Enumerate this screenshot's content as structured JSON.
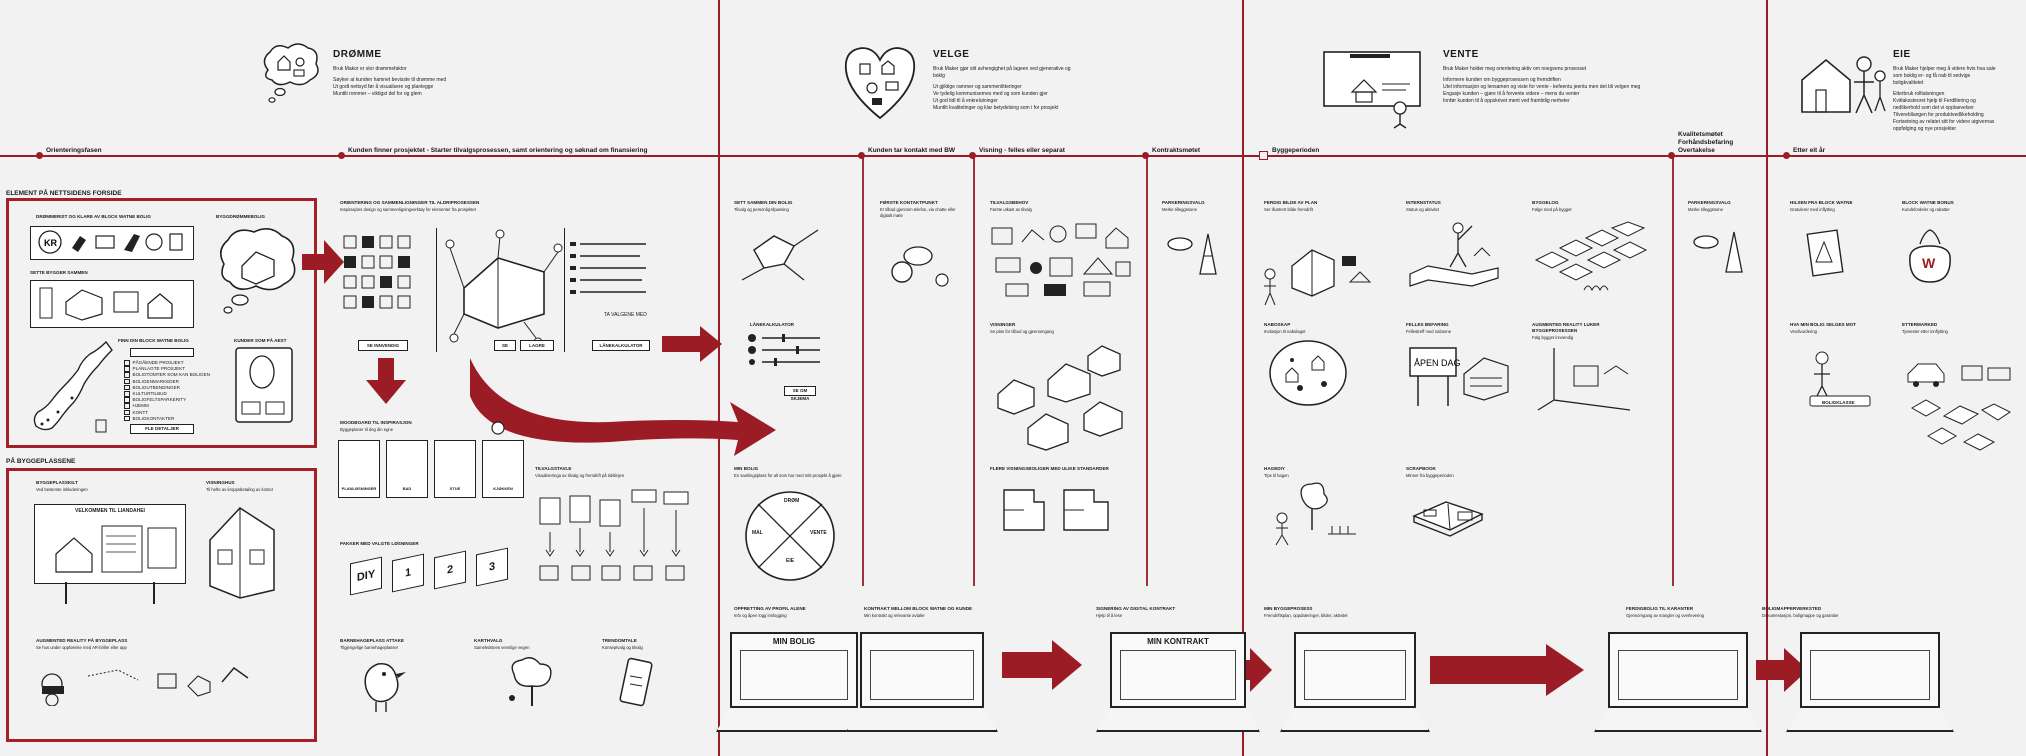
{
  "phases": [
    {
      "key": "dromme",
      "title": "DRØMME",
      "lines": [
        "Bruk Makor er stor drømmefaktor",
        "",
        "Søyker at kunden hamnet bevisste til drømme med",
        "Ut godt nettsyd før å visualisere og planlegge",
        "Muntlit rommer – viktigst del for og glem"
      ]
    },
    {
      "key": "velge",
      "title": "VELGE",
      "lines": [
        "Bruk Maker gjør sitt avhengighet på lageen ved gjenerative og",
        "boklg",
        "",
        "Ut gjiktige rammer og sammenlitteringer",
        "Ve tydelig kommunisernes med og som kunden gjer",
        "Ut god tidl til å enkrelutninger",
        "Muntlit kvalitetinger og klar betydelsing som i for prosjekt"
      ]
    },
    {
      "key": "vente",
      "title": "VENTE",
      "lines": [
        "Bruk Maker holder meg orientering aktiv om noegvens prosesset",
        "",
        "Informere kunden om byggeprosessen og fremdriften",
        "Utel informasjon og lensamen og viste for vente - kefeentu jeentu men det bli velgen meg",
        "Engasje kunden – gjøre til å forvente videre – mens du venter",
        "Innfør kunden til å oppskrivet ment ved framtidig nerheter"
      ]
    },
    {
      "key": "eie",
      "title": "EIE",
      "lines": [
        "Bruk Maker hjelper meg å videre hvis hva sale",
        "som boklig er- og få nab til sedvige",
        "boligkvalitetet",
        "",
        "Etterbruk rolltatsningen",
        "Kvitlakssteoret hjelp til Ferdiltering og",
        "nedlikerhold som det vi opplaevelser",
        "Tilverebllangen for produktvedlikeholding",
        "Fortsetning av relatet sitt for videre utgivernas",
        "oppfølging og nye prosjekter"
      ]
    }
  ],
  "timeline": [
    {
      "label": "Orienteringsfasen"
    },
    {
      "label": "Kunden finner prosjektet - Starter tilvalgsprosessen, samt orientering og søknad om finansiering"
    },
    {
      "label": "Kunden tar kontakt med BW"
    },
    {
      "label": "Visning - felles eller separat"
    },
    {
      "label": "Kontraktsmøtet"
    },
    {
      "label": "Byggeperioden"
    },
    {
      "label": "Kvalitetsmøtet Forhåndsbefaring Overtakelse"
    },
    {
      "label": "Etter eit år"
    }
  ],
  "sections": {
    "website": "ELEMENT PÅ NETTSIDENS FORSIDE",
    "site": "PÅ BYGGEPLASSENE"
  },
  "website_boxes": [
    {
      "title": "DRØMMERIST OG KLARE AV BLOCK WATNE BOLIG",
      "desc": ""
    },
    {
      "title": "BYGGDRØMMEBOLIG",
      "desc": ""
    },
    {
      "title": "SETTE BYGGER SAMMEN",
      "desc": ""
    },
    {
      "title": "FINN DIN BLOCK WATNE BOLIG",
      "desc": ""
    },
    {
      "title": "KUNDER SOM PÅ AEST",
      "desc": ""
    }
  ],
  "map_legend": [
    "PÅGÅENDE PROSJEKT",
    "PLANLAGTE PROSJEKT",
    "BOLIGTOMTER SOM KAN BOLIGEN",
    "BOLIGENMARKEDER",
    "BOLIGUTBENDINGER",
    "KULTURTILBUD",
    "BOLIGFELTSPARKERITY",
    "HJEMM",
    "KONTT",
    "BOLIGKONTAKTER"
  ],
  "map_button": "FLE DETALJER",
  "site_boxes": [
    {
      "title": "BYGGEPLASSKILT",
      "desc": "Ved bestemte inkluderingen"
    },
    {
      "title": "VISNINGHUS",
      "desc": "Til hefte av kroppsbetaling av kontor"
    },
    {
      "title": "AUGMENTED REALITY PÅ BYGGEPLASS",
      "desc": "Se hus under oppførelse med AR-briller eller app"
    }
  ],
  "signboard_title": "VELKOMMEN TIL LIANDAHEI",
  "tilvalg": {
    "title": "ORIENTERING OG SAMMENLIGNINGER TIL ALDRIPROSESSEN",
    "desc": "Inspirasjons design og sammenligningverktøy for elementer fra prosjektet",
    "buttons": [
      "SE INNVENDIG",
      "SE",
      "LAGRE",
      "LÅNEKALKULATOR"
    ],
    "list_tag": "TA VALGENE MED"
  },
  "mid_boxes": [
    {
      "title": "MOODBOARD TIL INSPIRASJON",
      "desc": "Byggeplaner til deg din egne"
    },
    {
      "title": "PAKKER MED VALGTE LØSNINGER",
      "desc": ""
    },
    {
      "title": "TILVALGSTAVLE",
      "desc": "Visualiseringa av tilvalg og fremdrift på tidslinjen"
    },
    {
      "title": "BARNEHAGEPLASS ATTAKE",
      "desc": "Tilgjengelige barnehageplasser"
    },
    {
      "title": "KARTHVALG",
      "desc": "Sameksistens vennlige vegen"
    },
    {
      "title": "TRENDOMTALE",
      "desc": "Konseptvalg og tilvalg"
    }
  ],
  "moodboard_labels": [
    "PLANLØSNINGER",
    "BAD",
    "STUE",
    "KJØKKEN"
  ],
  "package_labels": [
    "DIY",
    "1",
    "2",
    "3"
  ],
  "velge_boxes": [
    {
      "title": "SETT SAMMEN DIN BOLIG",
      "desc": "Tilvalg og personlig-tilpassing"
    },
    {
      "title": "FØRSTE KONTAKTPUNKT",
      "desc": "Er tilbud gjennom telefon, via chatte eller digitalt møte"
    },
    {
      "title": "LÅNEKALKULATOR",
      "desc": ""
    },
    {
      "title": "MIN BOLIG",
      "desc": "En samlingsplass for all som har med mitt prosjekt å gjøre"
    },
    {
      "title": "TILVALGSBEHOV",
      "desc": "Første utkast av tilvalg"
    },
    {
      "title": "VISNINGER",
      "desc": "Se plan for tilbud og gjennomgang"
    },
    {
      "title": "FLERE VISNINGSBOLIGER MED ULIKE STANDARDER",
      "desc": ""
    },
    {
      "title": "PARKERINGSVALG",
      "desc": "Merke tilleggssone"
    }
  ],
  "pie_labels": [
    "DRØM",
    "MAL",
    "VENTE",
    "EIE"
  ],
  "loan_button": "SE OM SKJEMA",
  "laptops": [
    {
      "title": "MIN BOLIG",
      "box_title": "OPPRETTING AV PROFIL ALENE",
      "desc": "Info og åpen logg innlogging"
    },
    {
      "title": "",
      "box_title": "KONTRAKT MELLOM BLOCK WATNE OG KUNDE",
      "desc": "Min kontrakt og relevante avtaler"
    },
    {
      "title": "MIN KONTRAKT",
      "box_title": "SIGNERING AV DIGITAL KONTRAKT",
      "desc": "Hjelp til å lese"
    },
    {
      "title": "",
      "box_title": "MIN BYGGEPROSESS",
      "desc": "Fremdriftsplan, oppdateringer, bilder, aktivitet"
    },
    {
      "title": "",
      "box_title": "FERDIGBOLIG TIL KARANTER",
      "desc": "Gjennomgang av mangler og overlevering"
    },
    {
      "title": "",
      "box_title": "BOLIGMAPPERVERKSTED",
      "desc": "Dokumentasjon, boligmappe og garantier"
    }
  ],
  "vente_boxes": [
    {
      "title": "FERDIG BILDE AV PLAN",
      "desc": "Ser illustrert bilde fremdrift"
    },
    {
      "title": "INTERNSTATUS",
      "desc": "Status og aktivitet"
    },
    {
      "title": "BYGGELOG",
      "desc": "Følge med på bygget"
    },
    {
      "title": "NABOSKAP",
      "desc": "Invitasjon til nabolaget"
    },
    {
      "title": "FELLES BEFARING",
      "desc": "Fellestreff med naboene"
    },
    {
      "title": "AUGMENTED REALITY LUKER BYGGEPROSESSEN",
      "desc": "Følg bygget innvendig"
    },
    {
      "title": "HAGEDIY",
      "desc": "Tips til hagen"
    },
    {
      "title": "SCRAPBOOK",
      "desc": "Minner fra byggeperioden"
    }
  ],
  "sign_text": "ÅPEN DAG",
  "eie_boxes": [
    {
      "title": "HILSEN FRA BLOCK WATNE",
      "desc": "Gratulerer med inflytting"
    },
    {
      "title": "BLOCK WATNE BONUS",
      "desc": "Kundefordeler og rabatter"
    },
    {
      "title": "HVA MIN BOLIG SELGES MOT",
      "desc": "Verdivurdering"
    },
    {
      "title": "ETTERMARKED",
      "desc": "Tjenester etter innflytting"
    }
  ],
  "mono": "W",
  "price_tag": "BOLIGKLASSE",
  "kr_tag": "KR",
  "colors": {
    "accent": "#9b1c24",
    "panel": "#a31f2a",
    "ink": "#1a1a1a",
    "background": "#f2f2f2"
  }
}
